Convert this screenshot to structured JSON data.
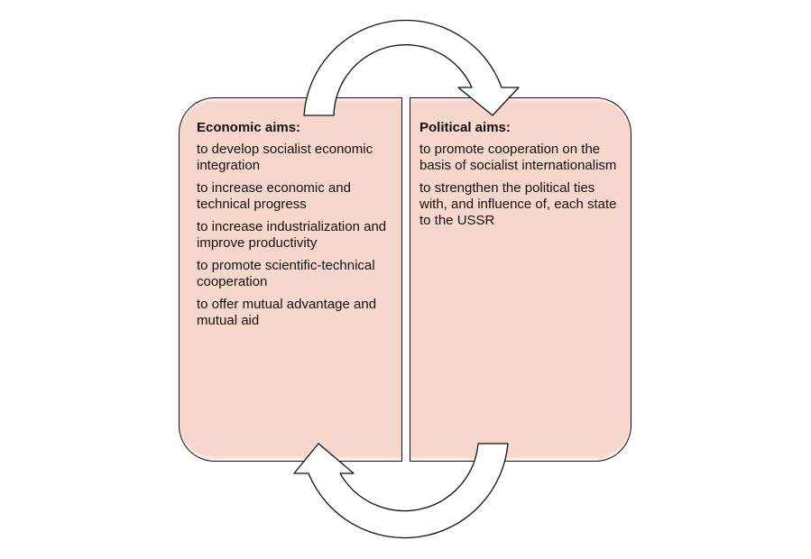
{
  "economic": {
    "title": "Economic aims:",
    "items": [
      "to develop socialist economic integration",
      "to increase economic and technical progress",
      "to increase industrialization and improve productivity",
      "to promote scientific-technical cooperation",
      "to offer mutual advantage and mutual aid"
    ]
  },
  "political": {
    "title": "Political aims:",
    "items": [
      "to promote cooperation on the basis of socialist internationalism",
      "to strengthen the political ties with, and influence of, each state to the USSR"
    ]
  }
}
